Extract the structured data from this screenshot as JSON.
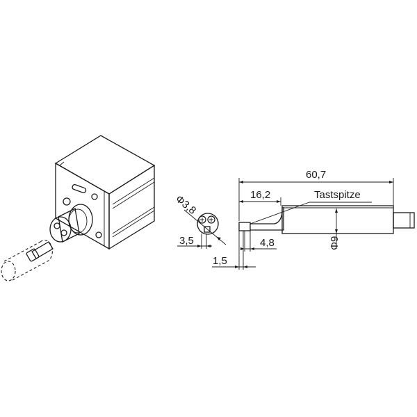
{
  "colors": {
    "ink": "#1a1a1a",
    "body_light": "#f2f2f2",
    "body_mid": "#d9d9d9",
    "body_dark": "#a6a6a6",
    "highlight": "#ffffff"
  },
  "labels": {
    "overall_length": "60,7",
    "shaft_length": "16,2",
    "tip_label": "Tastspitze",
    "shaft_diameter": "Φ9",
    "tip_diameter": "Φ3,8",
    "tip_offset": "3,5",
    "tip_length": "4,8",
    "tip_step": "1,5"
  },
  "icons": {
    "probe_iso_view": "measuring-probe-isometric-icon",
    "tip_end_view": "probe-tip-end-view-icon",
    "probe_side_view": "probe-side-view-icon"
  }
}
